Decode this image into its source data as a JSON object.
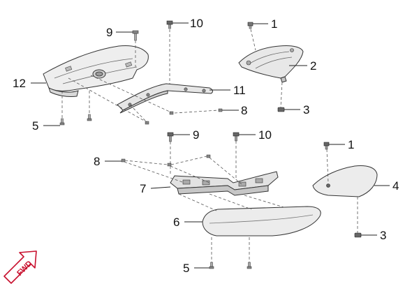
{
  "diagram": {
    "callouts": {
      "upper": {
        "c1": "1",
        "c2": "2",
        "c3": "3",
        "c5": "5",
        "c8": "8",
        "c9": "9",
        "c10": "10",
        "c11": "11",
        "c12": "12"
      },
      "lower": {
        "c1": "1",
        "c3": "3",
        "c4": "4",
        "c5": "5",
        "c6": "6",
        "c7": "7",
        "c8": "8",
        "c9": "9",
        "c10": "10"
      }
    },
    "fwd_label": "FWD",
    "colors": {
      "line": "#222222",
      "part_fill": "#ececec",
      "part_dark": "#b5b5b5",
      "accent_red": "#c8102e"
    }
  }
}
